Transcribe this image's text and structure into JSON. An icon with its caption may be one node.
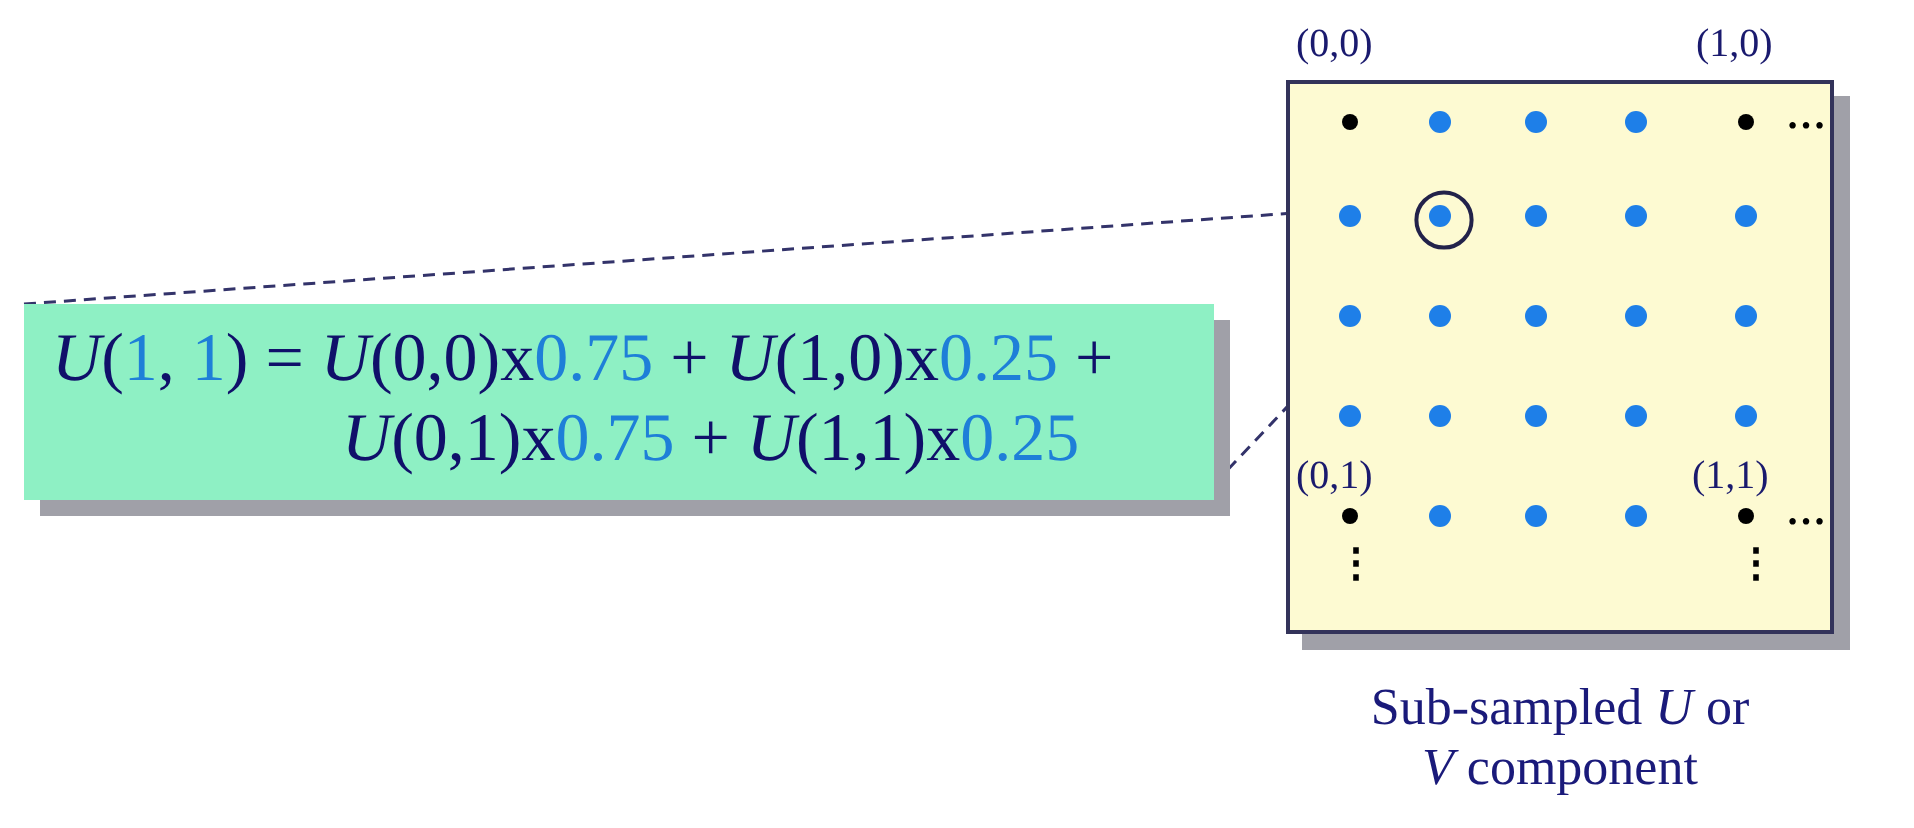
{
  "diagram": {
    "nodes": [
      {
        "text": [
          "*U*(1, 1) = *U*(0,0)x0.75 + *U*(1,0)x0.25 + *U*(0,1)x0.75 + *U*(1,1)x0.25"
        ]
      },
      {
        "text": [],
        "shape": "box",
        "beside": [
          "Sub-sampled *U* or *V* component"
        ]
      },
      {
        "text": [],
        "shape": "circle",
        "in": 1
      }
    ],
    "edges": [
      {
        "from": 0,
        "to": 2,
        "arrow": "none",
        "style": "dashed"
      },
      {
        "from": 0,
        "to": 2,
        "arrow": "none",
        "style": "dashed"
      }
    ],
    "labels": [
      "(0,0)",
      "(1,0)",
      "…",
      "(0,1)",
      "(1,1)",
      "…",
      "⋮",
      "⋮"
    ]
  }
}
